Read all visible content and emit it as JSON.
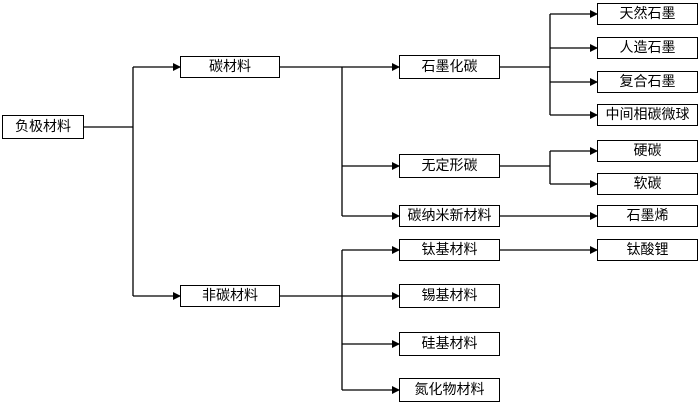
{
  "colors": {
    "line": "#000000",
    "box_border": "#000000",
    "box_fill": "#ffffff",
    "text": "#000000"
  },
  "nodes": {
    "root": "负极材料",
    "carbon": "碳材料",
    "noncarbon": "非碳材料",
    "graphite": "石墨化碳",
    "amorphous": "无定形碳",
    "nanocarbon": "碳纳米新材料",
    "titanium": "钛基材料",
    "tin": "锡基材料",
    "silicon": "硅基材料",
    "nitride": "氮化物材料",
    "natural_graphite": "天然石墨",
    "artificial_graphite": "人造石墨",
    "composite_graphite": "复合石墨",
    "mcmb": "中间相碳微球",
    "hard_carbon": "硬碳",
    "soft_carbon": "软碳",
    "graphene": "石墨烯",
    "lithium_titanate": "钛酸锂"
  }
}
